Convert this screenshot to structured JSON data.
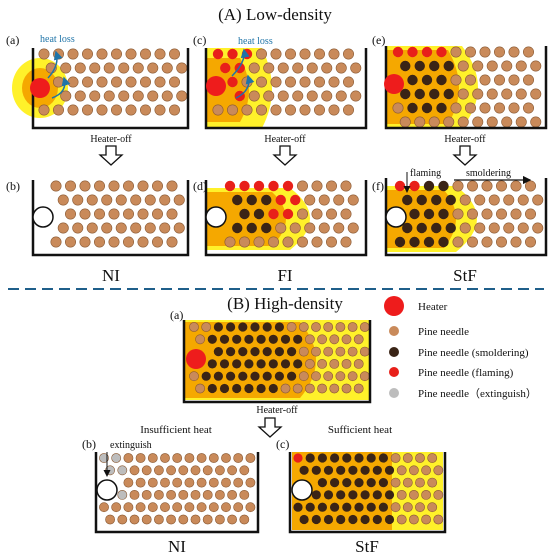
{
  "section_a": {
    "title": "(A) Low-density"
  },
  "section_b": {
    "title": "(B) High-density"
  },
  "panels": {
    "a": "(a)",
    "b": "(b)",
    "c": "(c)",
    "d": "(d)",
    "e": "(e)",
    "f": "(f)"
  },
  "labels": {
    "heat_loss": "heat loss",
    "heater_off": "Heater-off",
    "flaming": "flaming",
    "smoldering": "smoldering",
    "extinguish": "extinguish",
    "insufficient_heat": "Insufficient heat",
    "sufficient_heat": "Sufficient heat"
  },
  "outcomes": {
    "ni": "NI",
    "fi": "FI",
    "stf": "StF"
  },
  "legend": [
    {
      "key": "heater",
      "label": "Heater"
    },
    {
      "key": "pine",
      "label": "Pine needle"
    },
    {
      "key": "smolder",
      "label": "Pine needle (smoldering)"
    },
    {
      "key": "flame",
      "label": "Pine needle (flaming)"
    },
    {
      "key": "ext",
      "label": "Pine needle（extinguish）"
    }
  ],
  "colors": {
    "pine": "#c98a5a",
    "smolder": "#3a2416",
    "flame": "#e8201a",
    "heater": "#ee1c1c",
    "hot_zone": "#f5a800",
    "warm_zone": "#fff12a",
    "arrow_blue": "#1f74a8",
    "divider": "#1f5f8a"
  }
}
